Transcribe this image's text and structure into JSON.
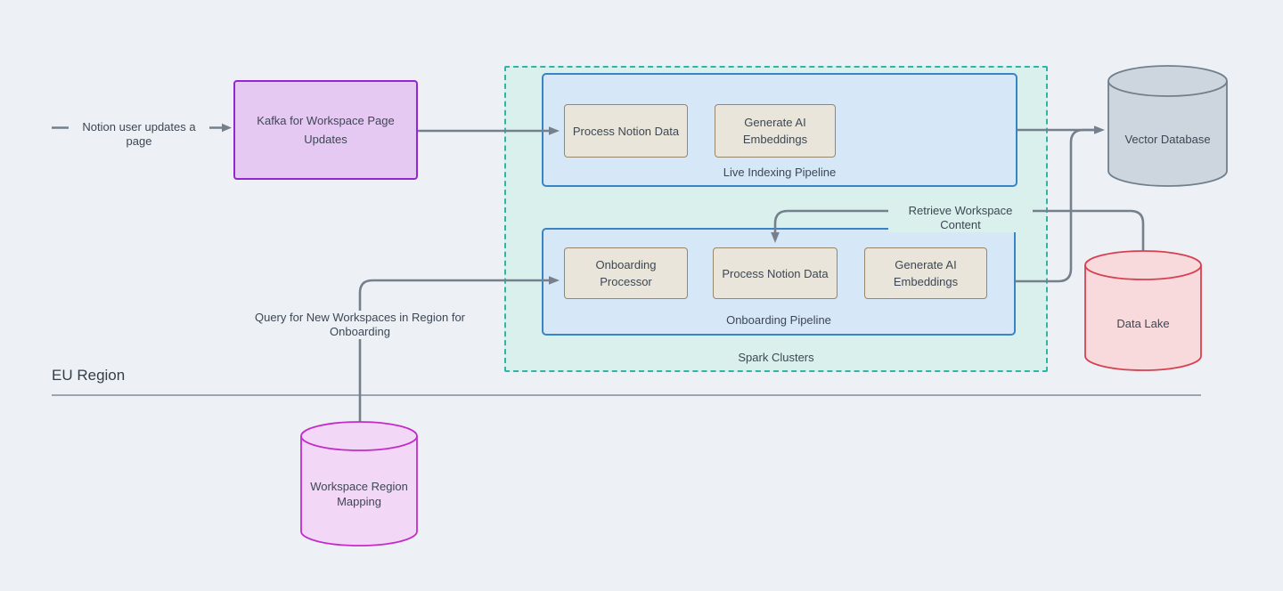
{
  "region": {
    "label": "EU Region"
  },
  "nodes": {
    "kafka": {
      "label": "Kafka for Workspace Page Updates"
    },
    "spark_clusters": {
      "label": "Spark Clusters"
    },
    "live_pipeline": {
      "label": "Live Indexing Pipeline"
    },
    "live_process_notion_data": {
      "label": "Process Notion Data"
    },
    "live_generate_ai_embeddings": {
      "label": "Generate AI Embeddings"
    },
    "onboarding_pipeline": {
      "label": "Onboarding Pipeline"
    },
    "onboarding_processor": {
      "label": "Onboarding Processor"
    },
    "onboarding_process_notion_data": {
      "label": "Process Notion Data"
    },
    "onboarding_generate_ai_embeddings": {
      "label": "Generate AI Embeddings"
    },
    "vector_database": {
      "label": "Vector Database"
    },
    "data_lake": {
      "label": "Data Lake"
    },
    "workspace_region_mapping": {
      "label": "Workspace Region Mapping"
    }
  },
  "edges": {
    "notion_user_updates": {
      "label": "Notion user updates a page"
    },
    "retrieve_workspace_content": {
      "label": "Retrieve Workspace Content"
    },
    "query_new_workspaces": {
      "label": "Query for New Workspaces in Region for Onboarding"
    }
  },
  "colors": {
    "page_bg": "#edf1f5",
    "text": "#3d4754",
    "region_text": "#333e49",
    "divider": "#9aa5b1",
    "connector": "#75808c",
    "kafka_fill": "#e6c9f2",
    "kafka_border": "#9326d2",
    "spark_fill": "#d9f0ec",
    "spark_border": "#2eb5a6",
    "pipeline_fill": "#d6e7f7",
    "pipeline_border": "#3a83c5",
    "task_fill": "#e9e5da",
    "task_border": "#97876a",
    "vector_db_fill": "#cdd6de",
    "vector_db_border": "#717f8c",
    "data_lake_fill": "#f8dadd",
    "data_lake_border": "#d84050",
    "mapping_fill": "#f2d7f7",
    "mapping_border": "#c32cc9"
  }
}
